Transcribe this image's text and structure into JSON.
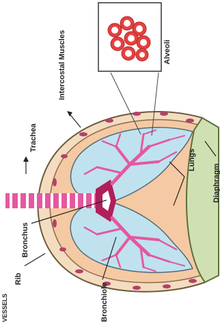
{
  "diagram": {
    "labels": {
      "trachea": "Trachea",
      "intercostal_muscles": "Intercostal Muscles",
      "alveoli": "Alveoli",
      "diaphragm": "Diaphragm",
      "lungs": "Lungs",
      "bronchus": "Bronchus",
      "rib": "Rib",
      "bronchiole": "Bronchiole",
      "edge_text": "VESSELS"
    },
    "colors": {
      "pleura": "#f5c9a3",
      "lung_tissue": "#bfe2ee",
      "airway": "#e4589f",
      "rib": "#b4406d",
      "diaphragm": "#cfe0b2",
      "alveolus_fill": "#e5403f"
    }
  }
}
